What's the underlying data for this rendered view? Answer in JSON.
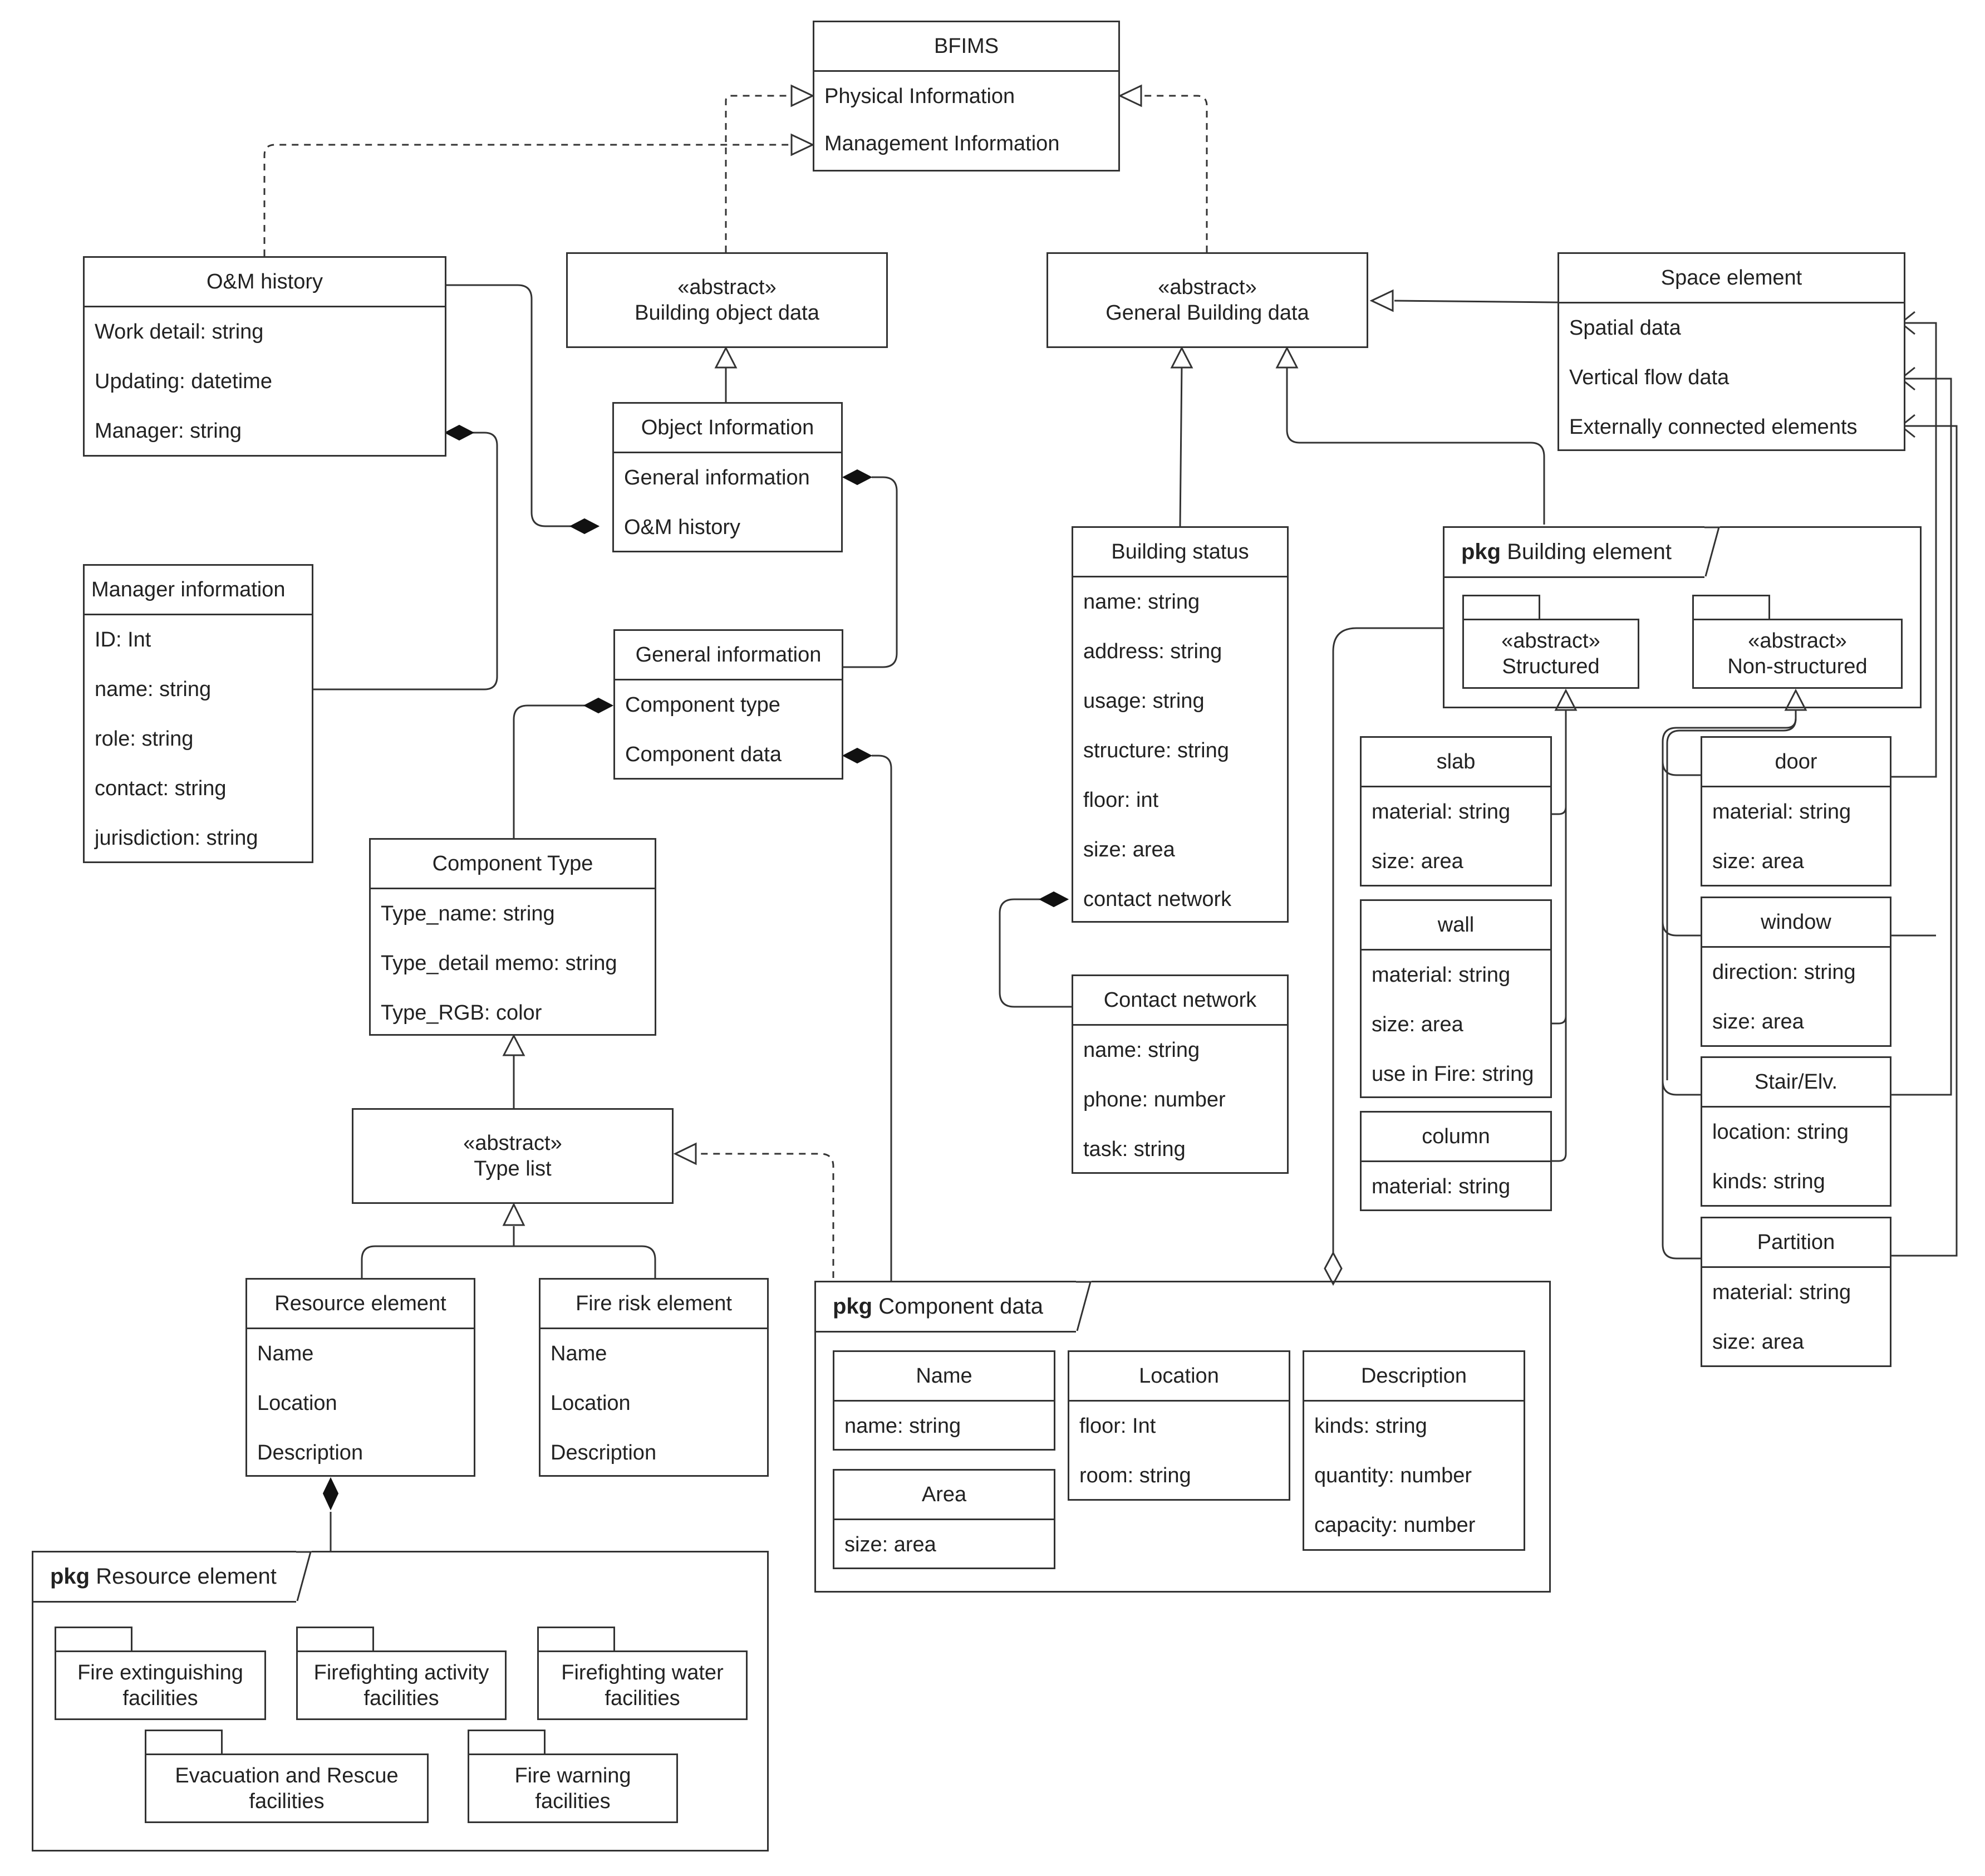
{
  "colors": {
    "line": "#333333",
    "background": "#ffffff",
    "text": "#222222"
  },
  "stereotype": "«abstract»",
  "pkg_keyword": "pkg",
  "bfims": {
    "title": "BFIMS",
    "items": [
      "Physical Information",
      "Management Information"
    ]
  },
  "building_object_data": {
    "title": "Building object data"
  },
  "general_building_data": {
    "title": "General Building data"
  },
  "space_element": {
    "title": "Space element",
    "items": [
      "Spatial data",
      "Vertical flow data",
      "Externally connected elements"
    ]
  },
  "om_history": {
    "title": "O&M history",
    "items": [
      "Work detail: string",
      "Updating: datetime",
      "Manager: string"
    ]
  },
  "object_information": {
    "title": "Object Information",
    "items": [
      "General information",
      "O&M history"
    ]
  },
  "manager_information": {
    "title": "Manager information",
    "items": [
      "ID: Int",
      "name: string",
      "role: string",
      "contact: string",
      "jurisdiction: string"
    ]
  },
  "general_information": {
    "title": "General information",
    "items": [
      "Component type",
      "Component data"
    ]
  },
  "component_type": {
    "title": "Component Type",
    "items": [
      "Type_name: string",
      "Type_detail memo: string",
      "Type_RGB: color"
    ]
  },
  "type_list": {
    "title": "Type list"
  },
  "resource_element": {
    "title": "Resource element",
    "items": [
      "Name",
      "Location",
      "Description"
    ]
  },
  "fire_risk_element": {
    "title": "Fire risk element",
    "items": [
      "Name",
      "Location",
      "Description"
    ]
  },
  "building_status": {
    "title": "Building status",
    "items": [
      "name: string",
      "address: string",
      "usage: string",
      "structure: string",
      "floor: int",
      "size: area",
      "contact network"
    ]
  },
  "contact_network": {
    "title": "Contact network",
    "items": [
      "name: string",
      "phone: number",
      "task: string"
    ]
  },
  "pkg_building_element": {
    "name": "Building element",
    "structured": "Structured",
    "non_structured": "Non-structured"
  },
  "slab": {
    "title": "slab",
    "items": [
      "material: string",
      "size: area"
    ]
  },
  "wall": {
    "title": "wall",
    "items": [
      "material: string",
      "size: area",
      "use in Fire: string"
    ]
  },
  "column": {
    "title": "column",
    "items": [
      "material: string"
    ]
  },
  "door": {
    "title": "door",
    "items": [
      "material: string",
      "size: area"
    ]
  },
  "window": {
    "title": "window",
    "items": [
      "direction: string",
      "size: area"
    ]
  },
  "stair": {
    "title": "Stair/Elv.",
    "items": [
      "location: string",
      "kinds: string"
    ]
  },
  "partition": {
    "title": "Partition",
    "items": [
      "material: string",
      "size: area"
    ]
  },
  "pkg_component_data": {
    "name": "Component data",
    "name_box": {
      "title": "Name",
      "items": [
        "name: string"
      ]
    },
    "area_box": {
      "title": "Area",
      "items": [
        "size: area"
      ]
    },
    "location_box": {
      "title": "Location",
      "items": [
        "floor: Int",
        "room: string"
      ]
    },
    "description_box": {
      "title": "Description",
      "items": [
        "kinds: string",
        "quantity: number",
        "capacity: number"
      ]
    }
  },
  "pkg_resource_element": {
    "name": "Resource element",
    "folders": [
      [
        "Fire extinguishing",
        "facilities"
      ],
      [
        "Firefighting activity",
        "facilities"
      ],
      [
        "Firefighting water",
        "facilities"
      ],
      [
        "Evacuation and Rescue",
        "facilities"
      ],
      [
        "Fire warning",
        "facilities"
      ]
    ]
  }
}
